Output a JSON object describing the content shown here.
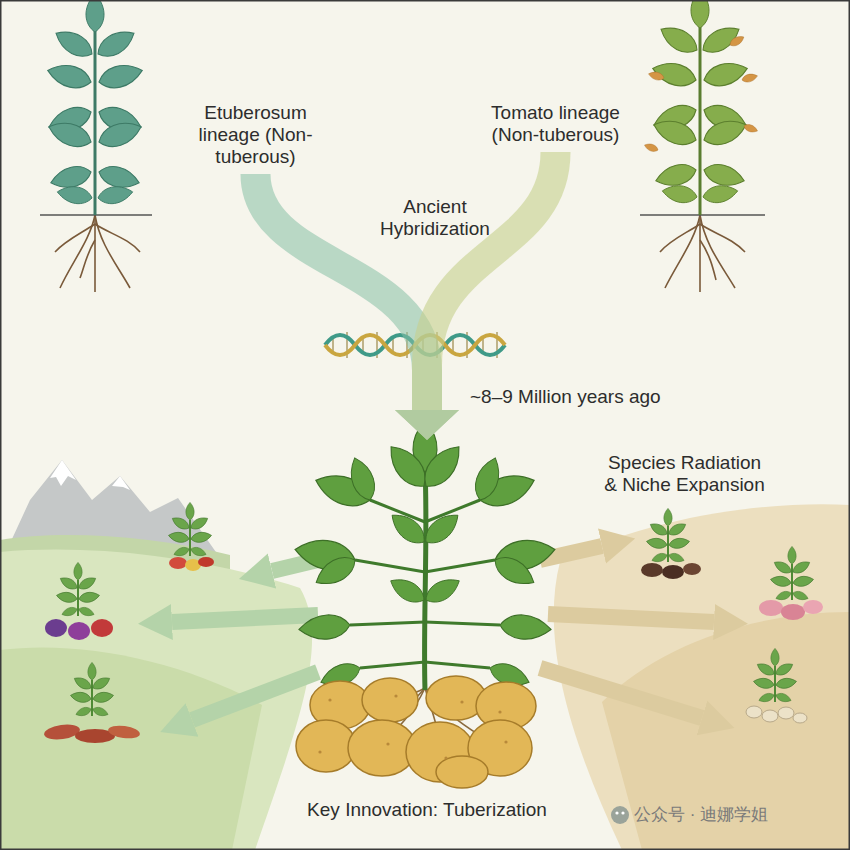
{
  "diagram": {
    "nodes": [
      {
        "text": [
          "Etuberosum lineage (Non-tuberous)"
        ]
      },
      {
        "text": [
          "Tomato lineage (Non-tuberous)"
        ]
      },
      {
        "text": [
          "Key Innovation: Tuberization"
        ]
      }
    ],
    "edges": [
      {
        "from": 0,
        "to": 2,
        "arrow": "to"
      },
      {
        "from": 1,
        "to": 2,
        "arrow": "to"
      }
    ],
    "labels": [
      "Ancient Hybridization",
      "~8–9 Million years ago",
      "Species Radiation & Niche Expansion",
      "公众号 · 迪娜学姐"
    ]
  }
}
